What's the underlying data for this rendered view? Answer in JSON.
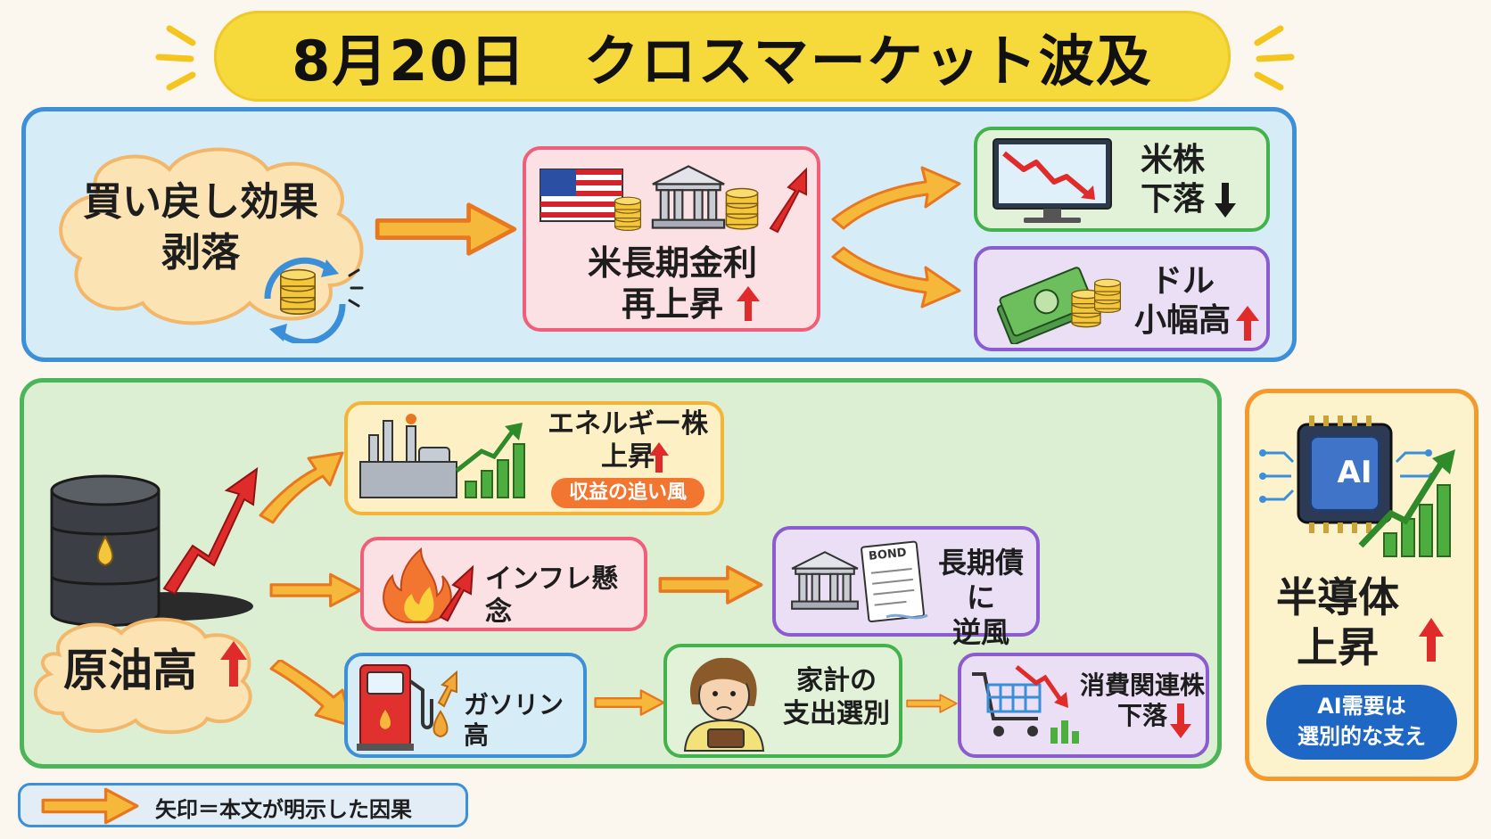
{
  "title": "8月20日　クロスマーケット波及",
  "top_section": {
    "source": "買い戻し効果\n剥落",
    "middle": "米長期金利\n再上昇",
    "out1": "米株\n下落",
    "out2": "ドル\n小幅高"
  },
  "bottom_section": {
    "source": "原油高",
    "energy_label": "エネルギー株\n上昇",
    "energy_badge": "収益の追い風",
    "inflation": "インフレ懸念",
    "bond": "長期債に\n逆風",
    "bond_doc": "BOND",
    "gasoline": "ガソリン高",
    "household": "家計の\n支出選別",
    "consumer": "消費関連株\n下落"
  },
  "ai_section": {
    "chip": "AI",
    "label": "半導体\n上昇",
    "badge": "AI需要は\n選別的な支え"
  },
  "legend": "矢印＝本文が明示した因果",
  "colors": {
    "up": "#e02b2b",
    "down": "#1a1a1a",
    "arrow_fill": "#f6b83a",
    "arrow_stroke": "#e8771f"
  }
}
